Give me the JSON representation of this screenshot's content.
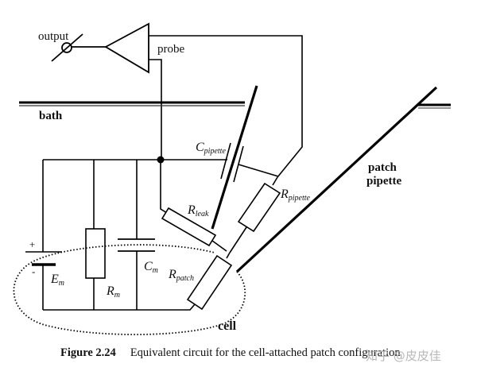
{
  "figure": {
    "labels": {
      "output": "output",
      "probe": "probe",
      "bath": "bath",
      "patch_pipette_line1": "patch",
      "patch_pipette_line2": "pipette",
      "cell": "cell",
      "plus": "+",
      "minus": "-"
    },
    "components": {
      "c_pipette": {
        "main": "C",
        "sub": "pipette"
      },
      "r_pipette": {
        "main": "R",
        "sub": "pipette"
      },
      "r_leak": {
        "main": "R",
        "sub": "leak"
      },
      "r_patch": {
        "main": "R",
        "sub": "patch"
      },
      "r_m": {
        "main": "R",
        "sub": "m"
      },
      "c_m": {
        "main": "C",
        "sub": "m"
      },
      "e_m": {
        "main": "E",
        "sub": "m"
      }
    },
    "caption": {
      "number": "Figure 2.24",
      "text": "Equivalent circuit for the cell-attached patch configuration"
    },
    "watermark": "知乎 @皮皮佳"
  }
}
